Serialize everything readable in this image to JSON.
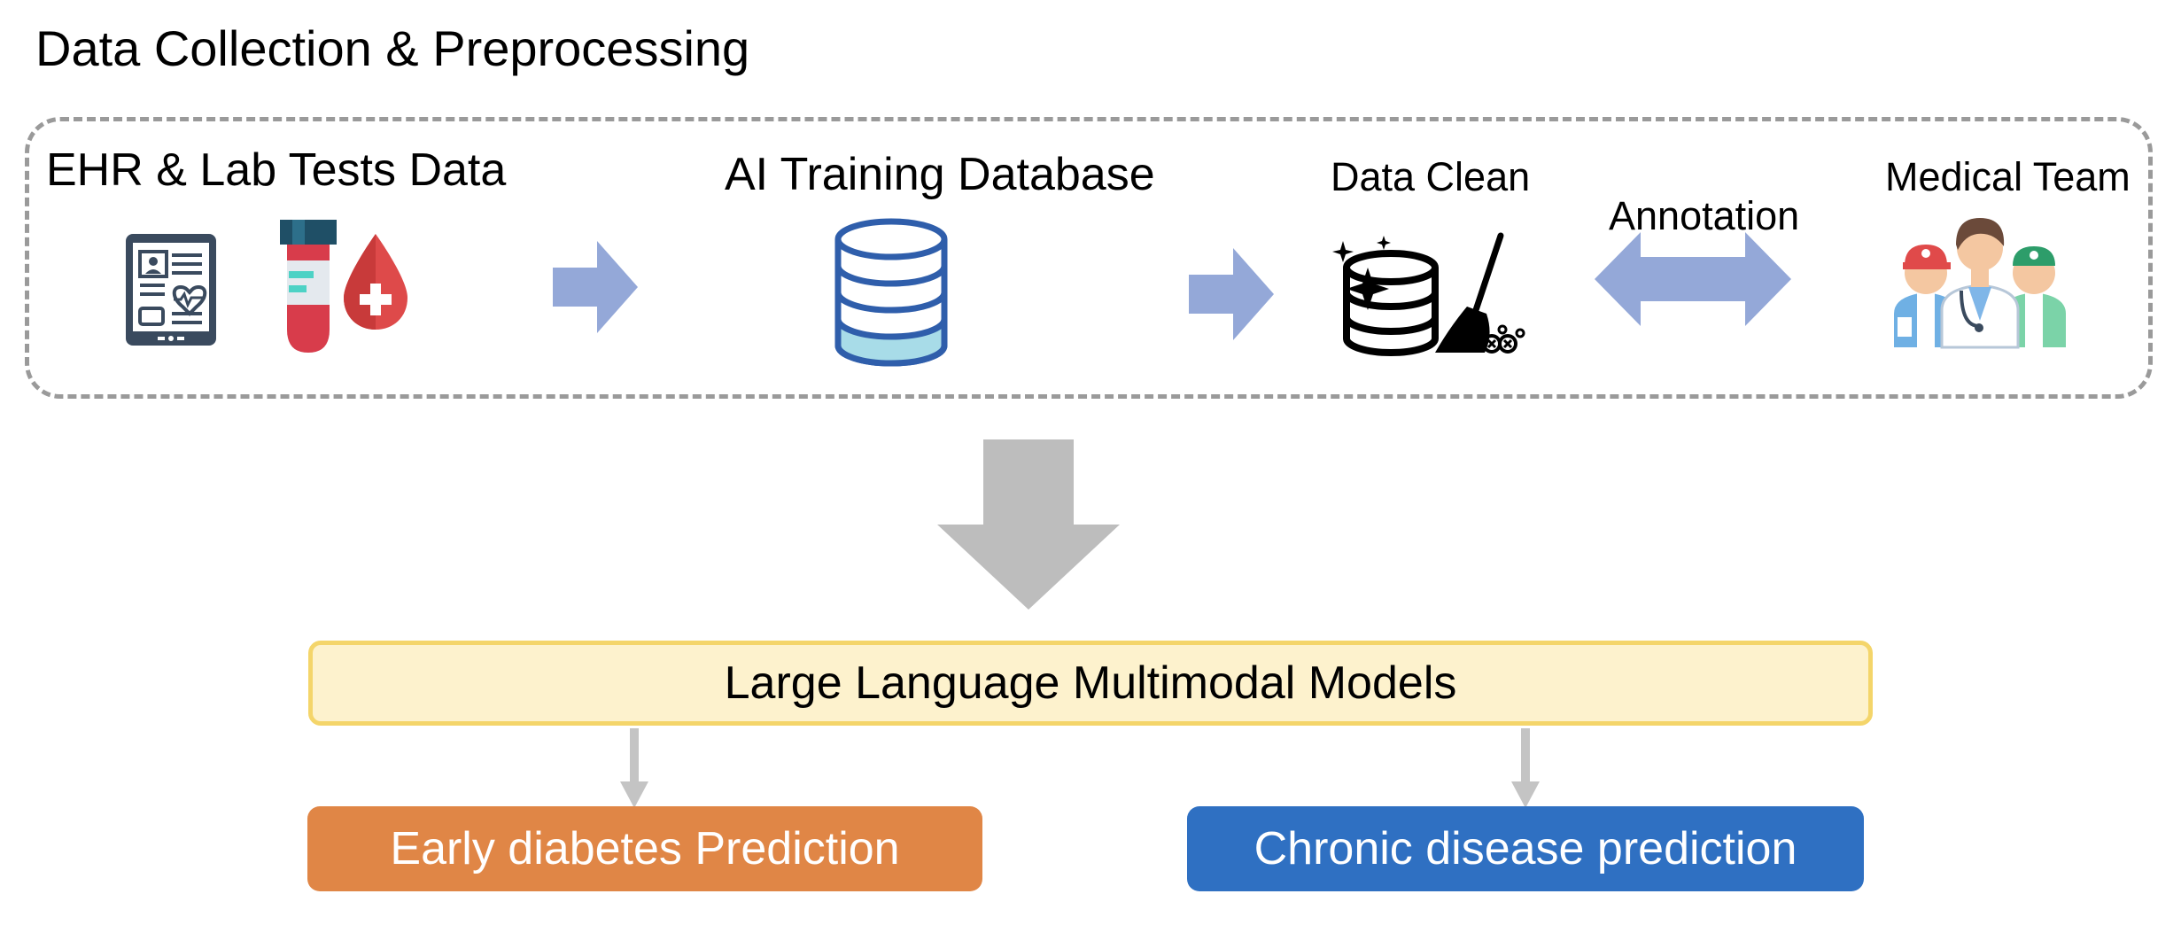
{
  "diagram": {
    "section_title": "Data Collection & Preprocessing",
    "nodes": {
      "ehr_lab": "EHR & Lab Tests Data",
      "ai_db": "AI Training Database",
      "data_clean": "Data Clean",
      "medical_team": "Medical Team",
      "llm": "Large Language Multimodal Models",
      "early_diabetes": "Early diabetes Prediction",
      "chronic_disease": "Chronic disease prediction"
    },
    "edges": {
      "annotation_label": "Annotation"
    },
    "icons": [
      "tablet-record-icon",
      "test-tube-icon",
      "blood-drop-icon",
      "database-icon",
      "database-clean-icon",
      "broom-icon",
      "medical-team-icon"
    ],
    "colors": {
      "flow_arrow": "#94a8d8",
      "main_arrow": "#bdbdbd",
      "llm_fill": "#fdf2cd",
      "llm_border": "#f4d56a",
      "diabetes_fill": "#e08646",
      "chronic_fill": "#2f70c2",
      "database_blue": "#2f5eab"
    }
  }
}
